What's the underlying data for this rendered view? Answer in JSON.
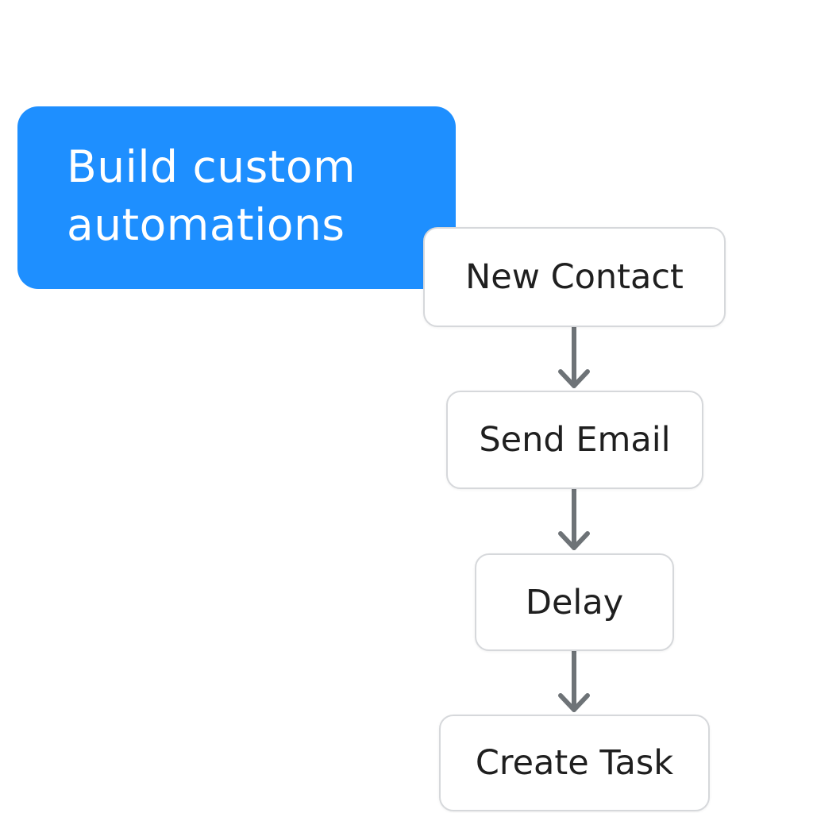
{
  "hero": {
    "title": "Build custom\nautomations",
    "background_color": "#1e8fff",
    "text_color": "#ffffff"
  },
  "flow": {
    "connector_color": "#6e7377",
    "node_border_color": "#d6d8db",
    "steps": [
      {
        "label": "New Contact"
      },
      {
        "label": "Send Email"
      },
      {
        "label": "Delay"
      },
      {
        "label": "Create Task"
      }
    ]
  }
}
